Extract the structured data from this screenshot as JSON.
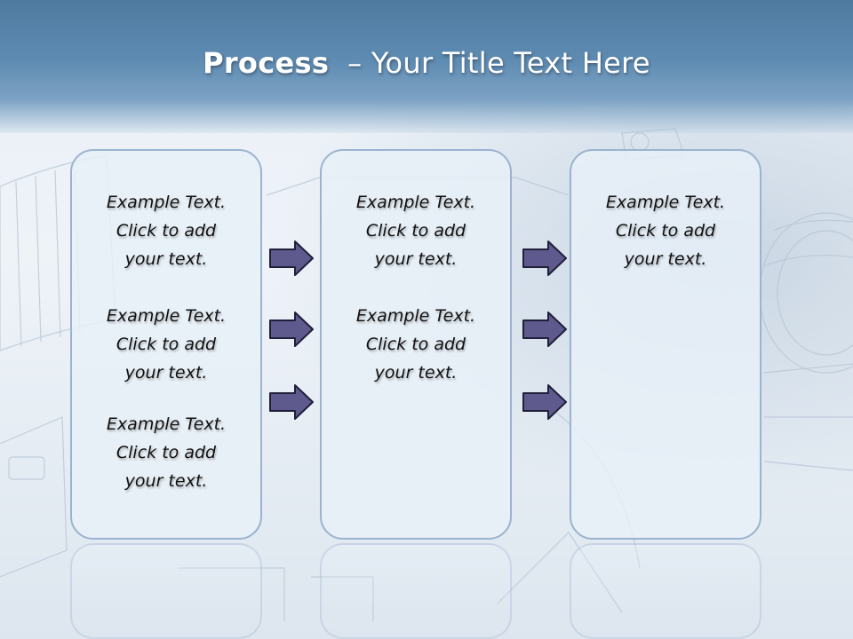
{
  "slide": {
    "title_bold": "Process",
    "title_rest": "– Your Title Text Here"
  },
  "columns": [
    {
      "paragraphs": [
        [
          "Example Text.",
          "Click  to add",
          "your text."
        ],
        [
          "Example Text.",
          "Click  to add",
          "your text."
        ],
        [
          "Example Text.",
          "Click  to add",
          "your text."
        ]
      ]
    },
    {
      "paragraphs": [
        [
          "Example Text.",
          "Click  to add",
          "your text."
        ],
        [
          "Example Text.",
          "Click  to add",
          "your text."
        ]
      ]
    },
    {
      "paragraphs": [
        [
          "Example Text.",
          "Click  to add",
          "your text."
        ]
      ]
    }
  ],
  "colors": {
    "header": "#5e8bb2",
    "arrow_fill": "#5f5a8e",
    "box_border": "#9bb3cf"
  },
  "icons": [
    "right-arrow-icon"
  ]
}
